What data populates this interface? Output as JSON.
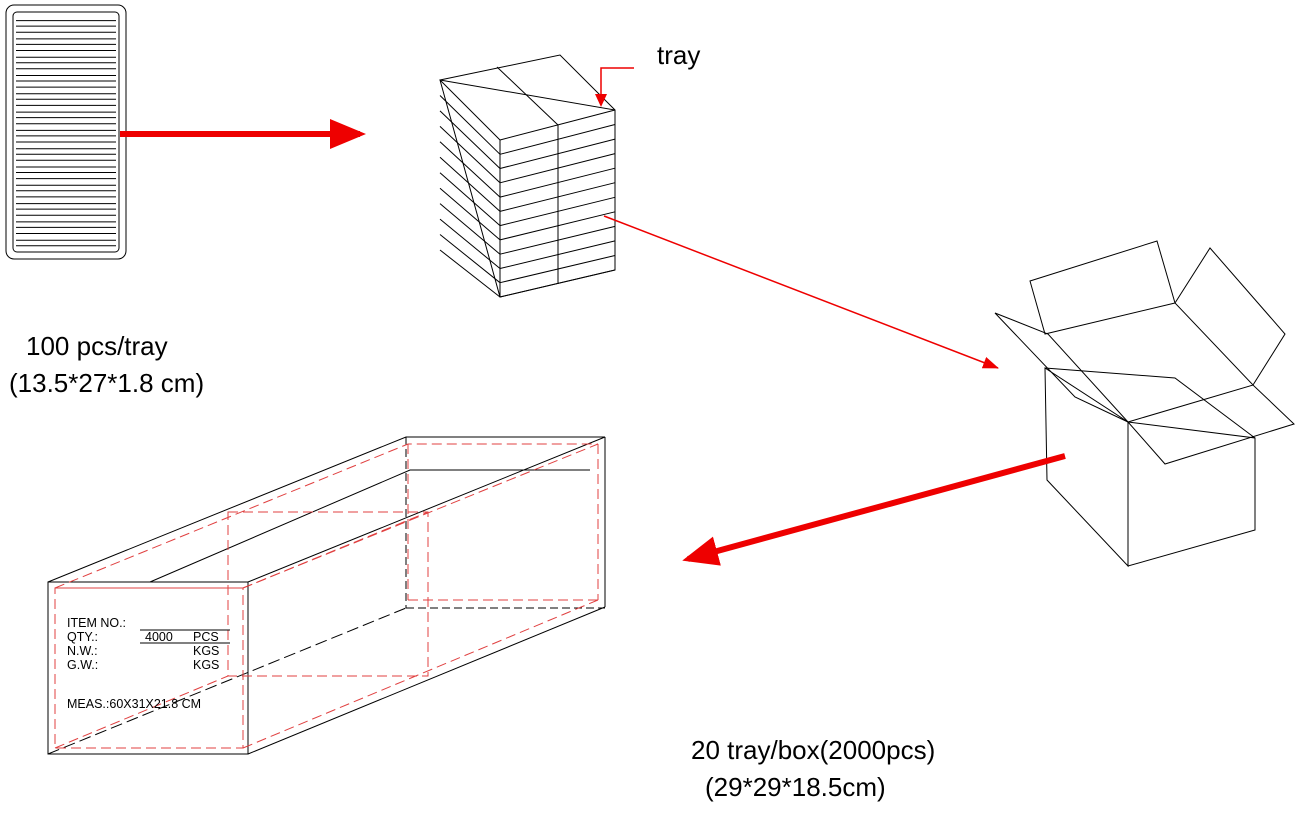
{
  "labels": {
    "tray_callout": "tray",
    "tray_qty": "100 pcs/tray",
    "tray_size": "(13.5*27*1.8 cm)",
    "box_qty": "20 tray/box(2000pcs)",
    "box_size": "(29*29*18.5cm)"
  },
  "carton_label": {
    "item_no": "ITEM NO.:",
    "qty_label": "QTY.:",
    "qty_value": "4000",
    "qty_unit": "PCS",
    "nw_label": "N.W.:",
    "nw_unit": "KGS",
    "gw_label": "G.W.:",
    "gw_unit": "KGS",
    "meas": "MEAS.:60X31X21.8 CM"
  },
  "colors": {
    "arrow": "#ee0000",
    "line": "#000000",
    "dash_red": "#e04040"
  }
}
